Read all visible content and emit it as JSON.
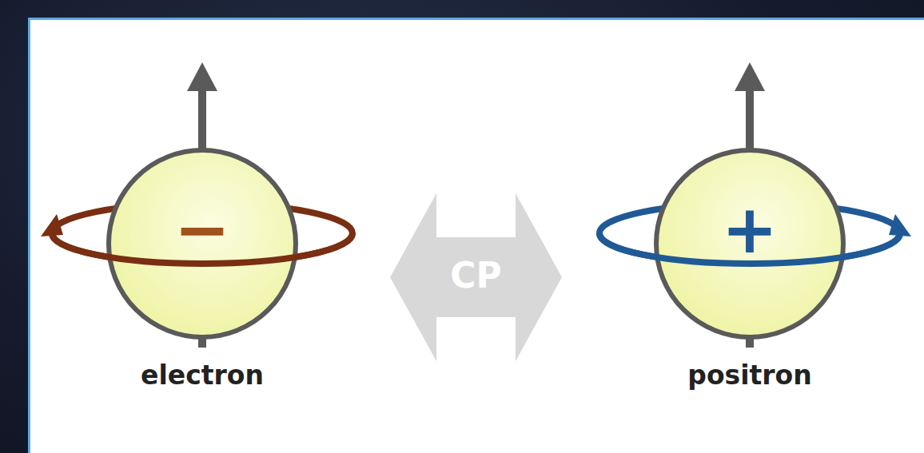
{
  "diagram": {
    "nodes": [
      {
        "text": [
          "−",
          "electron"
        ]
      },
      {
        "text": [
          "+",
          "positron"
        ]
      }
    ],
    "edges": [
      {
        "from": 0,
        "to": 1,
        "arrow": "both",
        "label": "CP"
      }
    ]
  }
}
